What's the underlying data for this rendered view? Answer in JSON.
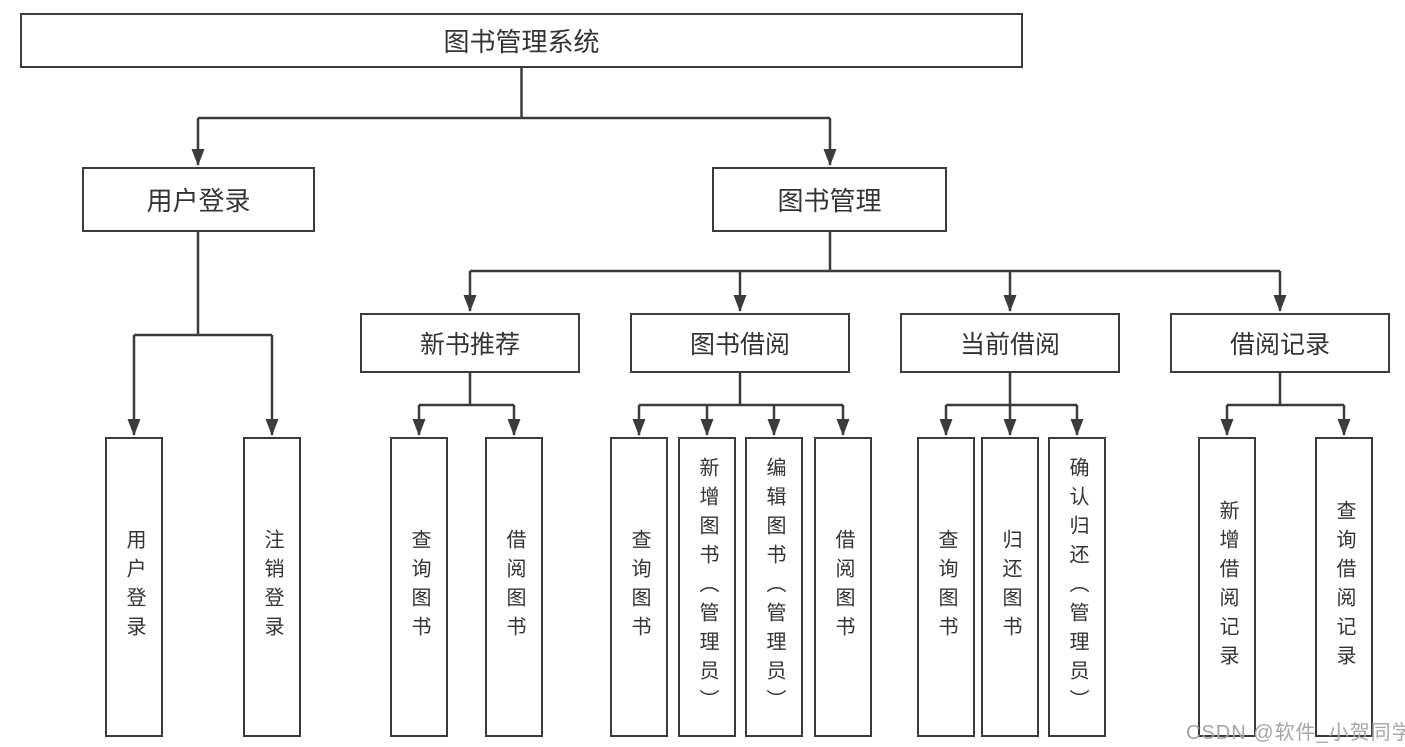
{
  "tree": {
    "root": {
      "label": "图书管理系统",
      "children": [
        {
          "label": "用户登录",
          "children": [
            {
              "label": "用户登录"
            },
            {
              "label": "注销登录"
            }
          ]
        },
        {
          "label": "图书管理",
          "children": [
            {
              "label": "新书推荐",
              "children": [
                {
                  "label": "查询图书"
                },
                {
                  "label": "借阅图书"
                }
              ]
            },
            {
              "label": "图书借阅",
              "children": [
                {
                  "label": "查询图书"
                },
                {
                  "label": "新增图书（管理员）"
                },
                {
                  "label": "编辑图书（管理员）"
                },
                {
                  "label": "借阅图书"
                }
              ]
            },
            {
              "label": "当前借阅",
              "children": [
                {
                  "label": "查询图书"
                },
                {
                  "label": "归还图书"
                },
                {
                  "label": "确认归还（管理员）"
                }
              ]
            },
            {
              "label": "借阅记录",
              "children": [
                {
                  "label": "新增借阅记录"
                },
                {
                  "label": "查询借阅记录"
                }
              ]
            }
          ]
        }
      ]
    }
  },
  "watermark": {
    "text": "CSDN @软件_小贺同学"
  },
  "colors": {
    "line": "#3b3b3b",
    "box_border": "#3b3b3b",
    "text": "#333333",
    "watermark": "#a6a6a6",
    "background": "#ffffff"
  }
}
